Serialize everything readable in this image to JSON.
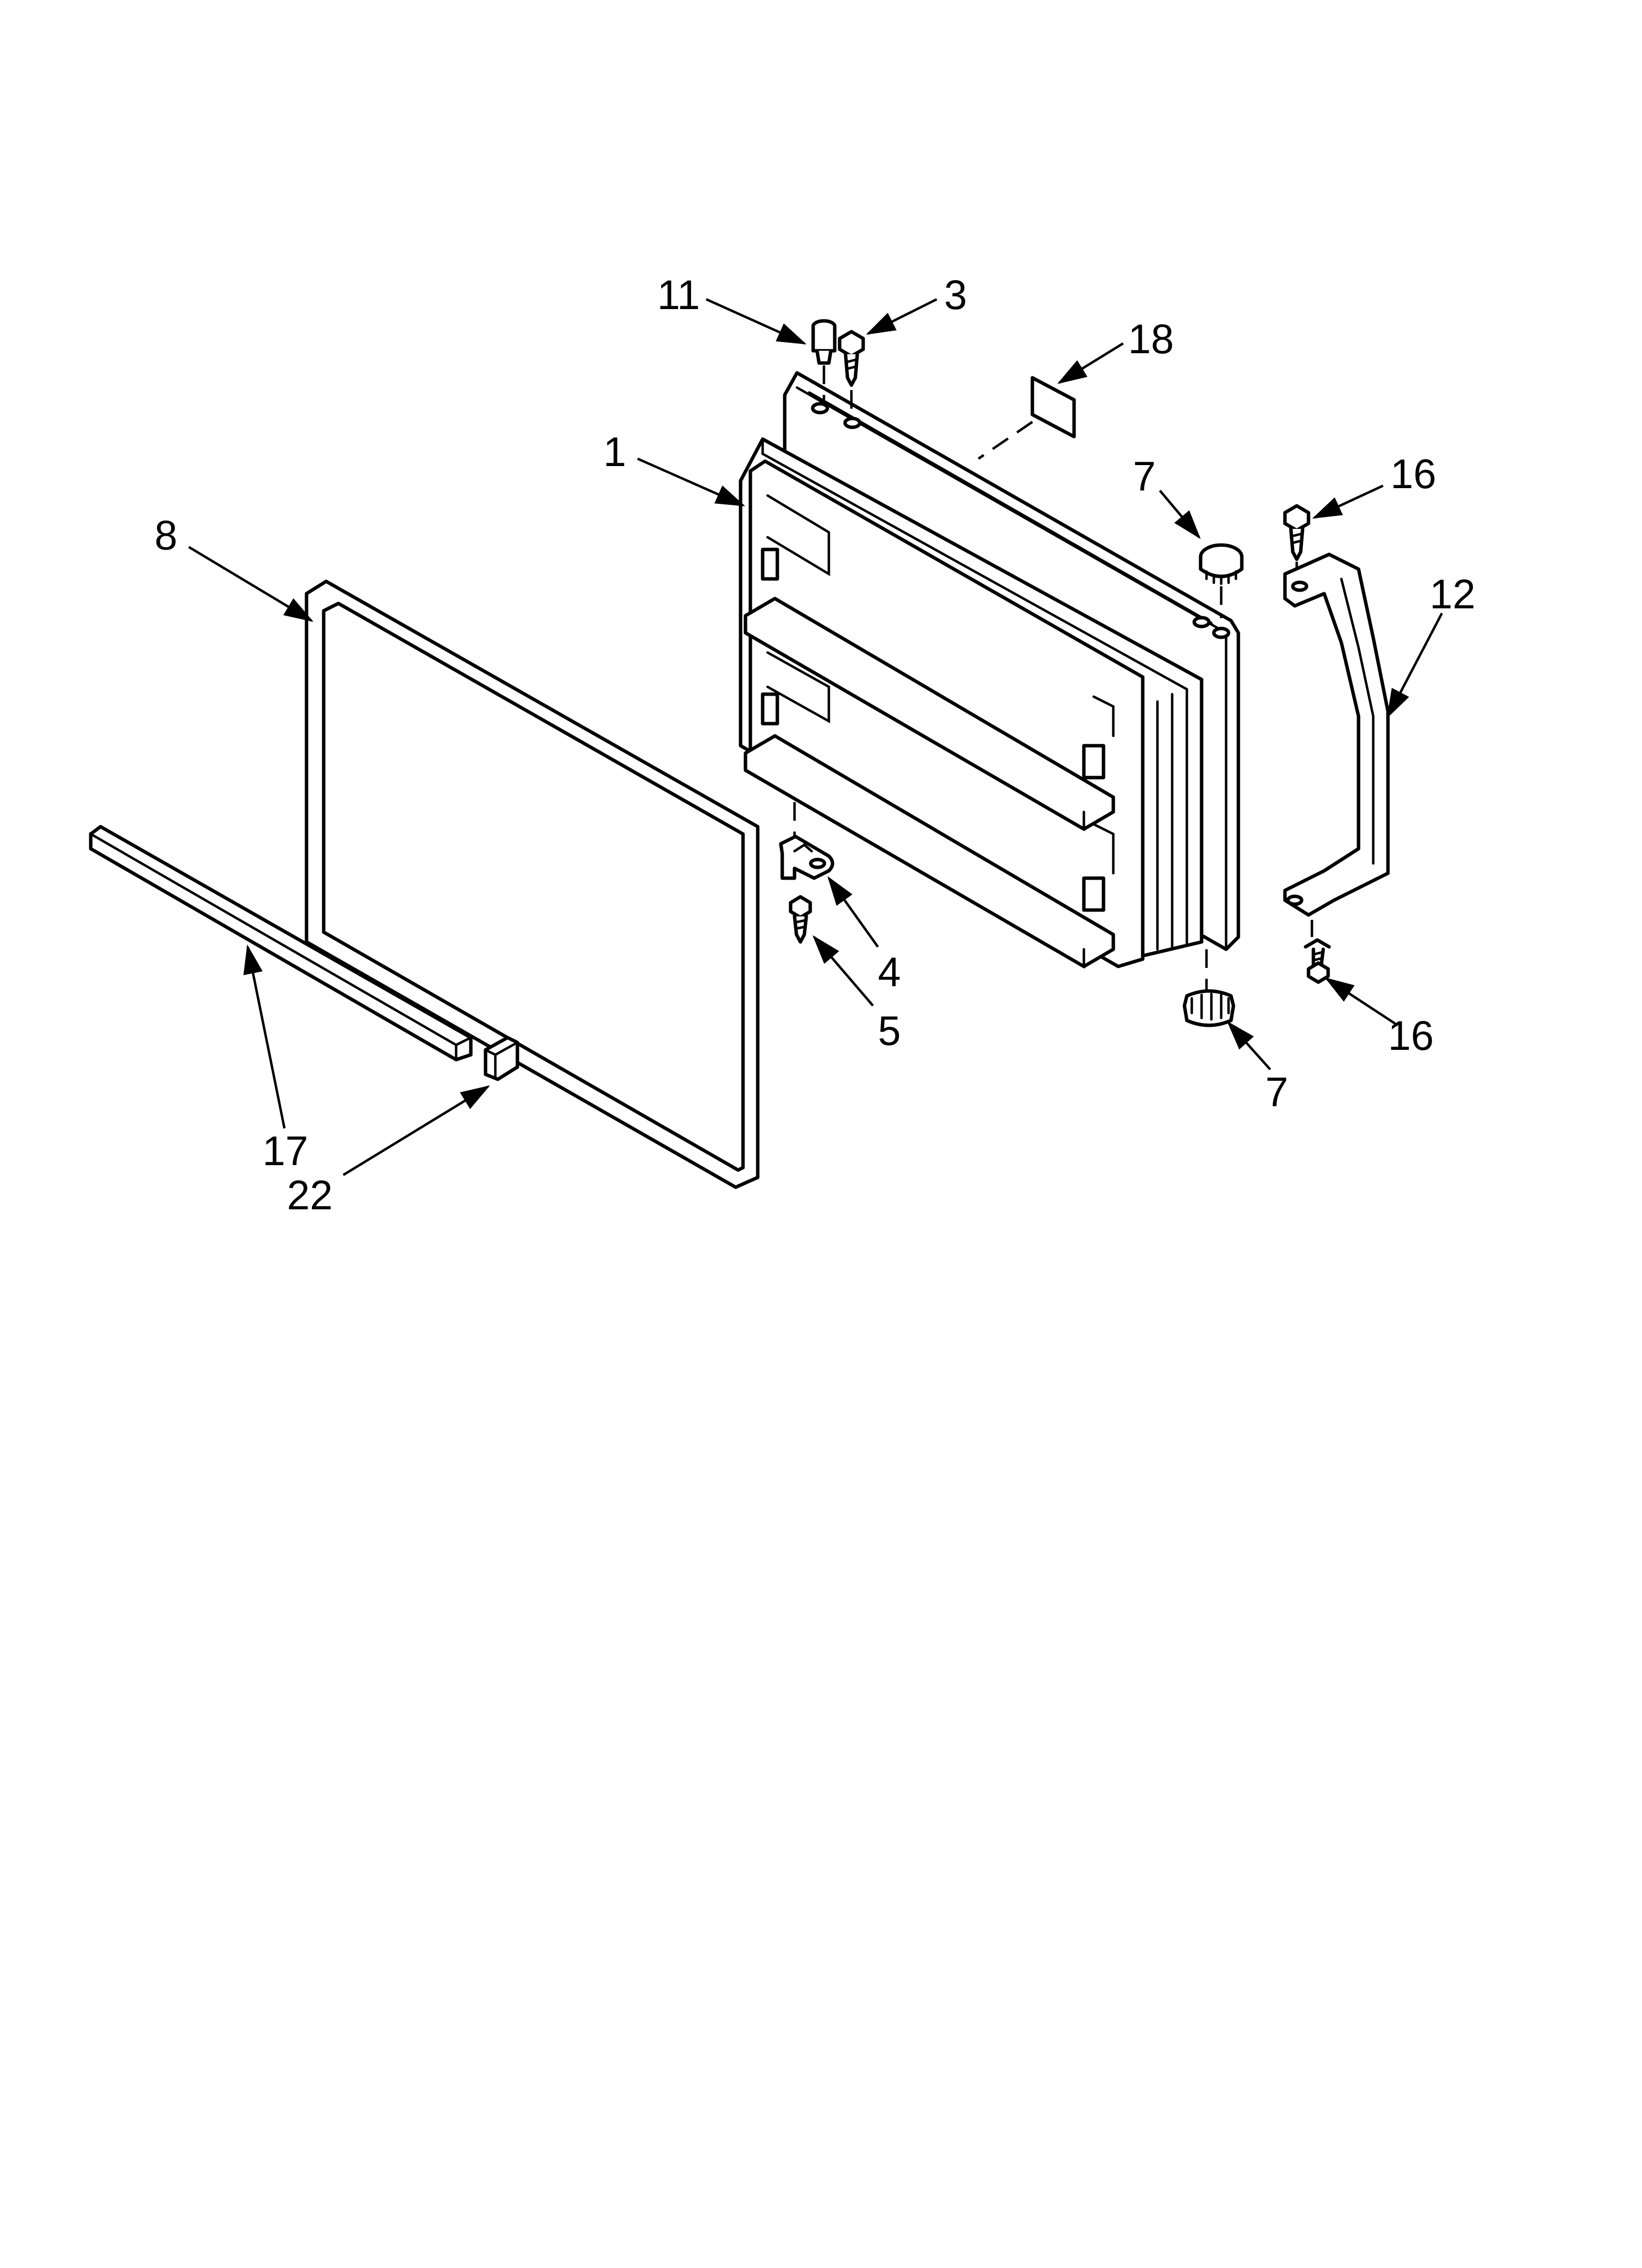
{
  "diagram": {
    "callouts": [
      {
        "id": "c11",
        "label": "11"
      },
      {
        "id": "c3",
        "label": "3"
      },
      {
        "id": "c18",
        "label": "18"
      },
      {
        "id": "c1",
        "label": "1"
      },
      {
        "id": "c7a",
        "label": "7"
      },
      {
        "id": "c16a",
        "label": "16"
      },
      {
        "id": "c12",
        "label": "12"
      },
      {
        "id": "c8",
        "label": "8"
      },
      {
        "id": "c4",
        "label": "4"
      },
      {
        "id": "c5",
        "label": "5"
      },
      {
        "id": "c16b",
        "label": "16"
      },
      {
        "id": "c7b",
        "label": "7"
      },
      {
        "id": "c17",
        "label": "17"
      },
      {
        "id": "c22",
        "label": "22"
      }
    ]
  }
}
